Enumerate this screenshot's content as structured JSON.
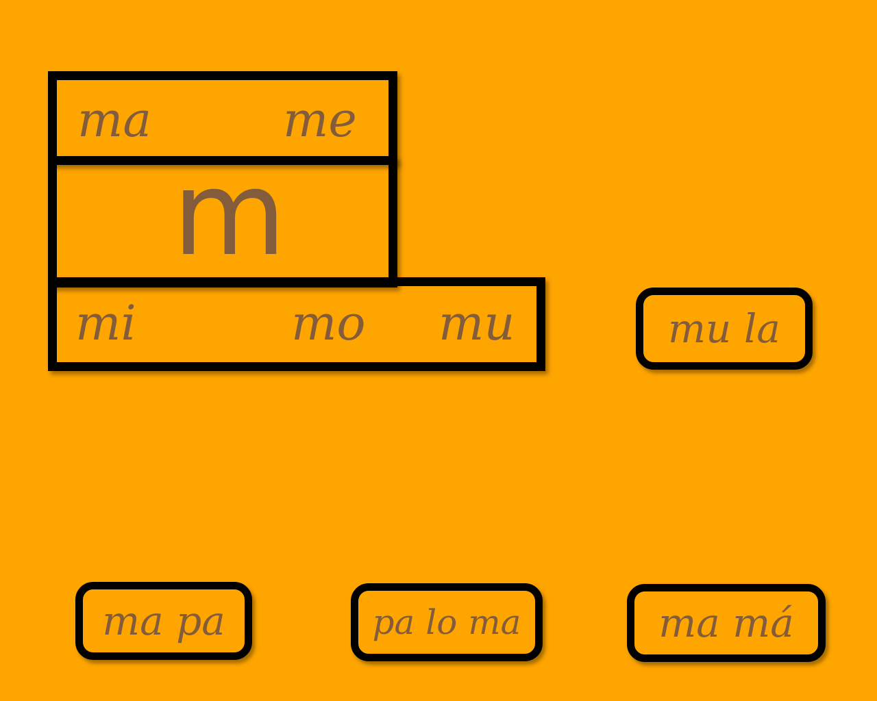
{
  "board": {
    "top_left": "ma",
    "top_right": "me",
    "center_letter": "m",
    "bottom_left": "mi",
    "bottom_middle": "mo",
    "bottom_right": "mu"
  },
  "cards": {
    "mula": "mu la",
    "mapa": "ma pa",
    "paloma": "pa lo ma",
    "mama": "ma má"
  },
  "colors": {
    "background": "#ffa500",
    "text": "#835d3b",
    "border": "#000000"
  }
}
